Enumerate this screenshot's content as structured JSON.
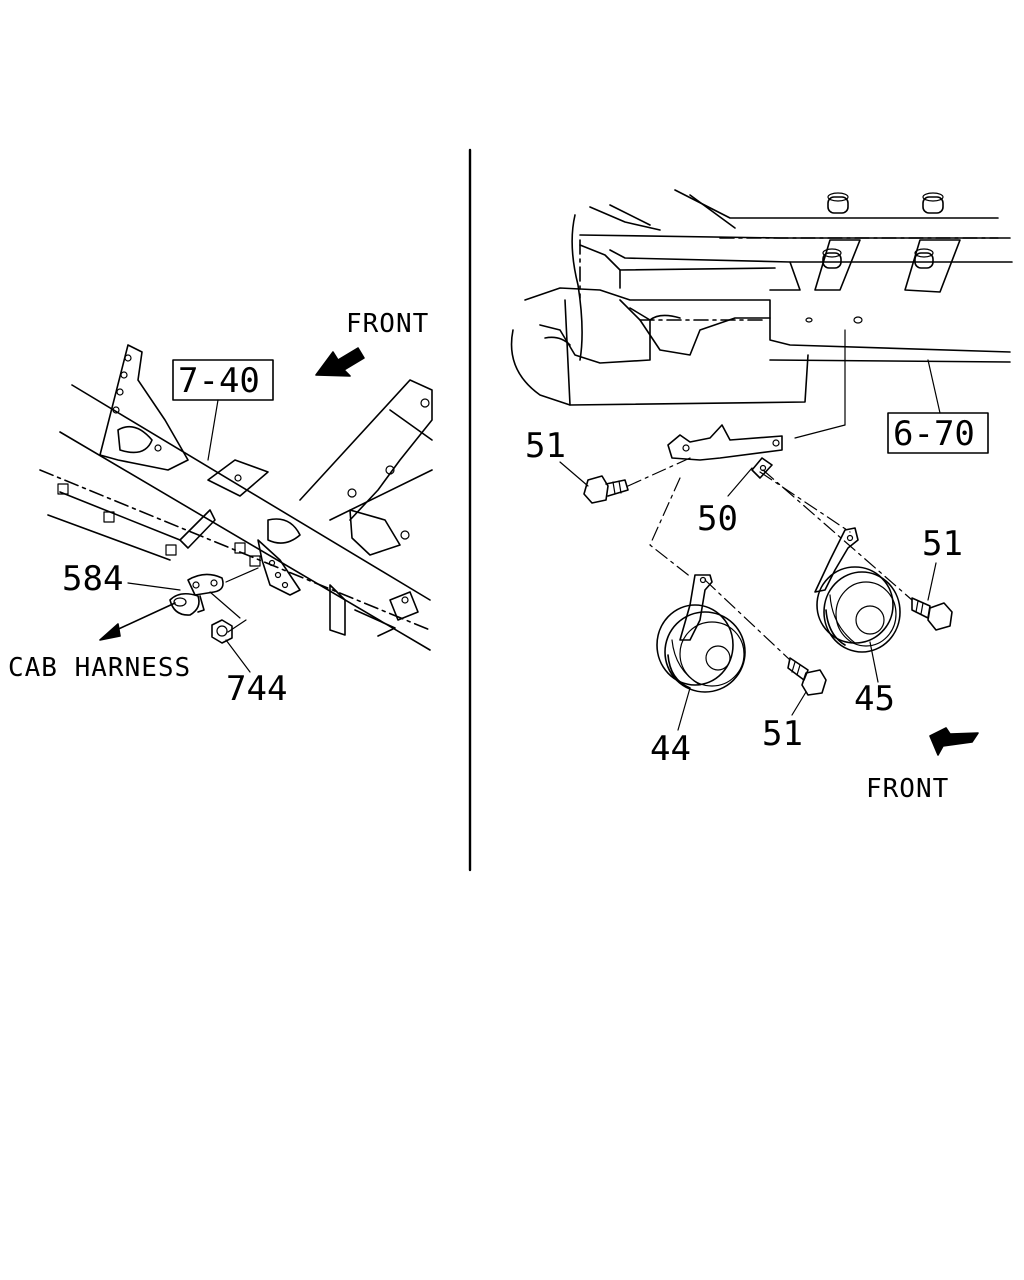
{
  "left_panel": {
    "front_label": "FRONT",
    "ref_box": "7-40",
    "callouts": [
      "584",
      "744"
    ],
    "harness_label": "CAB HARNESS"
  },
  "right_panel": {
    "front_label": "FRONT",
    "ref_box": "6-70",
    "callouts": [
      "51",
      "51",
      "51",
      "50",
      "45",
      "44"
    ]
  },
  "icons": {
    "front_arrow_left": "front-arrow-icon",
    "front_arrow_right": "front-arrow-icon",
    "cab_harness_arrow": "arrow-icon"
  }
}
